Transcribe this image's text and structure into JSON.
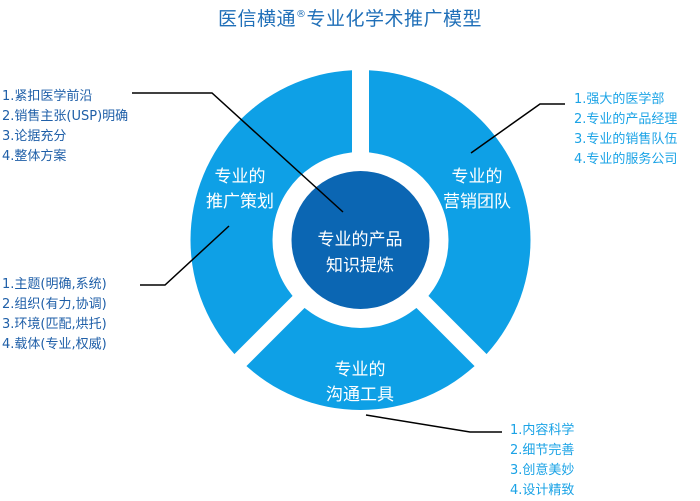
{
  "title": {
    "main": "医信横通",
    "mark": "®",
    "rest": "专业化学术推广模型"
  },
  "colors": {
    "segment": "#0ea0e6",
    "center": "#0b66b3",
    "title": "#1f6fb8",
    "list_dark": "#1f5fa8",
    "list_light": "#1ba3e6",
    "connector": "#000000"
  },
  "center": {
    "line1": "专业的产品",
    "line2": "知识提炼"
  },
  "segments": [
    {
      "id": "planning",
      "line1": "专业的",
      "line2": "推广策划"
    },
    {
      "id": "team",
      "line1": "专业的",
      "line2": "营销团队"
    },
    {
      "id": "tools",
      "line1": "专业的",
      "line2": "沟通工具"
    }
  ],
  "lists": {
    "product_knowledge": [
      "1.紧扣医学前沿",
      "2.销售主张(USP)明确",
      "3.论据充分",
      "4.整体方案"
    ],
    "promotion_planning": [
      "1.主题(明确,系统)",
      "2.组织(有力,协调)",
      "3.环境(匹配,烘托)",
      "4.载体(专业,权威)"
    ],
    "marketing_team": [
      "1.强大的医学部",
      "2.专业的产品经理",
      "3.专业的销售队伍",
      "4.专业的服务公司"
    ],
    "communication_tools": [
      "1.内容科学",
      "2.细节完善",
      "3.创意美妙",
      "4.设计精致"
    ]
  }
}
